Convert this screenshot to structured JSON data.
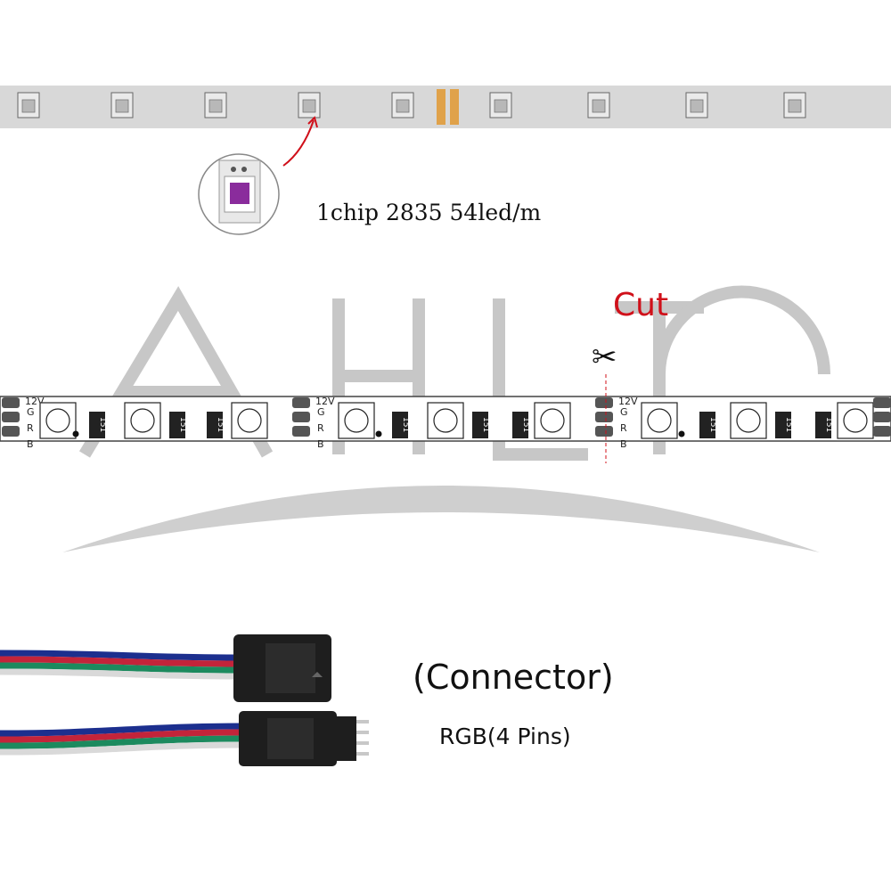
{
  "strip_top": {
    "chip_caption": "1chip  2835 54led/m"
  },
  "strip_main": {
    "cut_label": "Cut",
    "pad_labels": [
      "12V",
      "G",
      "R",
      "B"
    ],
    "resistor_label": "151",
    "b_r_label": [
      "B",
      "R"
    ],
    "g_label": "G"
  },
  "watermark": {
    "text": "AHLT"
  },
  "connector": {
    "title": "(Connector)",
    "subtitle": "RGB(4 Pins)",
    "wire_colors": [
      "#1c2f8e",
      "#c3243a",
      "#1c8a5e",
      "#d9d9d9"
    ]
  }
}
